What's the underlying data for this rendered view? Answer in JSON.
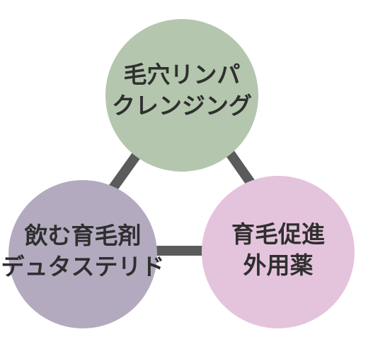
{
  "nodes": [
    {
      "id": "top",
      "lines": [
        "毛穴リンパ",
        "クレンジング"
      ],
      "color": "#b4c6ad"
    },
    {
      "id": "left",
      "lines": [
        "飲む育毛剤",
        "デュタステリド"
      ],
      "color": "#b4aac0"
    },
    {
      "id": "right",
      "lines": [
        "育毛促進",
        "外用薬"
      ],
      "color": "#e4c4dc"
    }
  ],
  "connector_color": "#5b5b5b"
}
